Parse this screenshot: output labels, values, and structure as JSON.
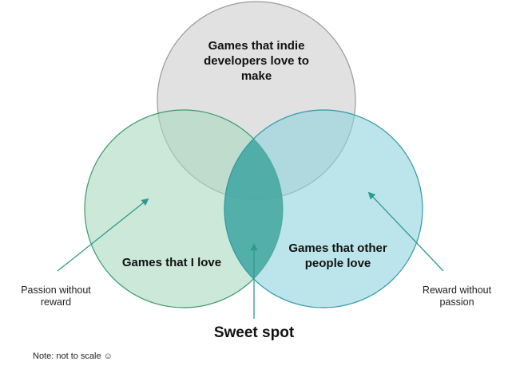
{
  "circles": {
    "top": {
      "label": "Games that indie developers love to make",
      "fill": "#d9d9db",
      "stroke": "#9a9a9a"
    },
    "left": {
      "label": "Games that I love",
      "fill": "#a9d9bf",
      "stroke": "#3a9a6d"
    },
    "right": {
      "label": "Games that other people love",
      "fill": "#8fd3dd",
      "stroke": "#2d9aa5"
    }
  },
  "sweet_spot": {
    "label": "Sweet spot",
    "fill": "#2d9b94"
  },
  "callouts": {
    "left": "Passion without reward",
    "right": "Reward without passion"
  },
  "note": "Note: not to scale ☺",
  "arrow_color": "#2e9a8c"
}
